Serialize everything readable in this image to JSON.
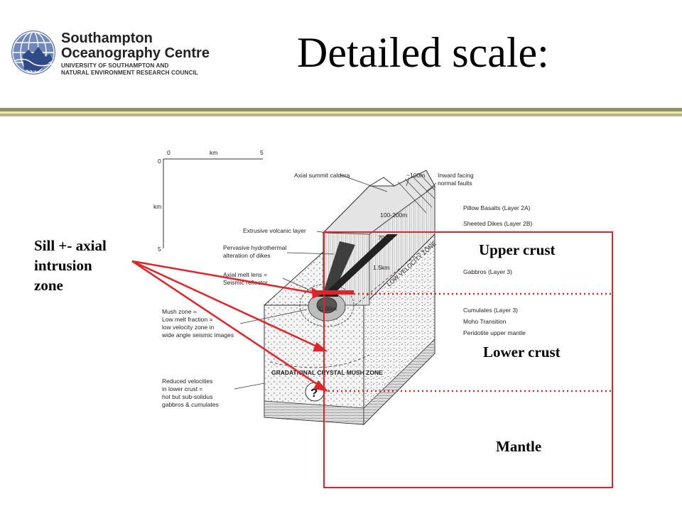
{
  "logo": {
    "name_line1": "Southampton",
    "name_line2": "Oceanography Centre",
    "sub_line1": "UNIVERSITY OF SOUTHAMPTON AND",
    "sub_line2": "NATURAL ENVIRONMENT RESEARCH COUNCIL"
  },
  "title": "Detailed scale:",
  "labels": {
    "sill_line1": "Sill +- axial",
    "sill_line2": "intrusion",
    "sill_line3": "zone",
    "upper_crust": "Upper crust",
    "lower_crust": "Lower crust",
    "mantle": "Mantle"
  },
  "scale_bar": {
    "zero_top": "0",
    "unit_top": "km",
    "five_top": "5",
    "zero_left": "0",
    "unit_left": "km",
    "five_left": "5"
  },
  "annotations": {
    "axial_summit_caldera": "Axial summit caldera",
    "width_100m": "~100m",
    "inward_faults_1": "Inward facing",
    "inward_faults_2": "normal faults",
    "pillow_basalts": "Pillow Basalts (Layer 2A)",
    "sheeted_dikes": "Sheeted Dikes (Layer 2B)",
    "extrusive_layer": "Extrusive volcanic layer",
    "hydrothermal_1": "Pervasive hydrothermal",
    "hydrothermal_2": "alteration of dikes",
    "melt_lens_1": "Axial melt lens =",
    "melt_lens_2": "Seismic reflector",
    "gabbros": "Gabbros (Layer 3)",
    "mush_1": "Mush zone =",
    "mush_2": "Low melt fraction =",
    "mush_3": "low velocity zone in",
    "mush_4": "wide angle seismic images",
    "cumulates": "Cumulates (Layer 3)",
    "moho": "Moho Transition",
    "peridotite": "Peridotite upper mantle",
    "reduced_1": "Reduced velocities",
    "reduced_2": "in lower crust =",
    "reduced_3": "hot but sub-solidus",
    "reduced_4": "gabbros & cumulates",
    "depth_100_200": "100-200m",
    "depth_700": "700m",
    "depth_1_5km": "1.5km",
    "depth_1200": "1200m",
    "low_velocity_zone": "LOW VELOCITY ZONE",
    "gradational_mush": "GRADATIONAL CRYSTAL MUSH ZONE",
    "question": "?"
  },
  "colors": {
    "highlight_red": "#e2242a",
    "rule_dark": "#8f8f6a",
    "rule_light": "#e9e9a8",
    "logo_blue": "#5b73a8"
  }
}
